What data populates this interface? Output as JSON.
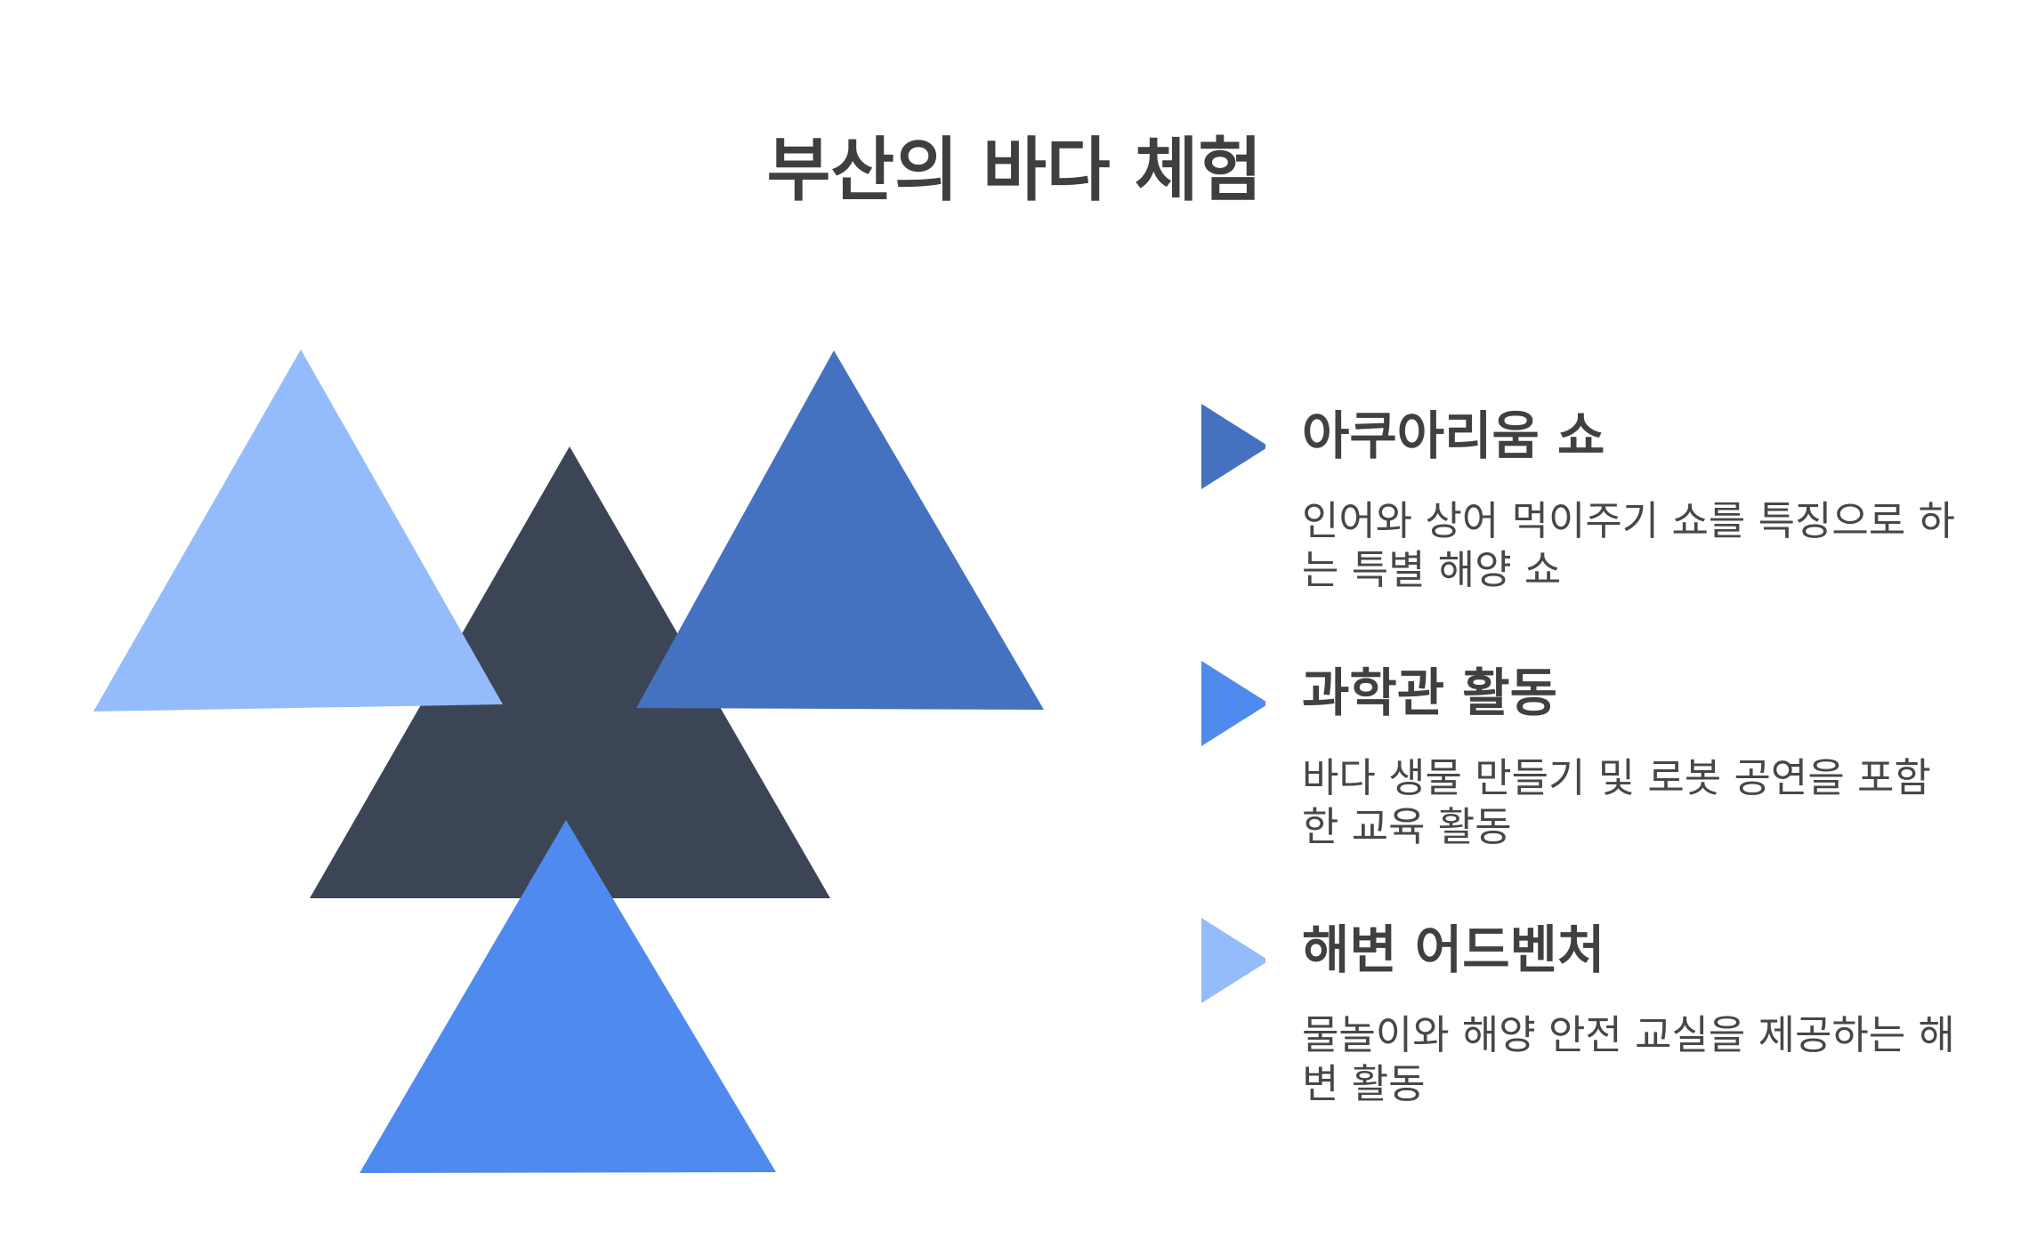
{
  "title": "부산의 바다 체험",
  "colors": {
    "light_blue": "#94bcfc",
    "dark_slate": "#3c4556",
    "medium_blue": "#4472c0",
    "bright_blue": "#4f8aee",
    "title_text": "#3f3f3f",
    "body_text": "#474747"
  },
  "items": [
    {
      "title": "아쿠아리움 쇼",
      "description": "인어와 상어 먹이주기 쇼를 특징으로 하는 특별 해양 쇼",
      "marker_color": "#4472c0"
    },
    {
      "title": "과학관 활동",
      "description": "바다 생물 만들기 및 로봇 공연을 포함한 교육 활동",
      "marker_color": "#4f8aee"
    },
    {
      "title": "해변 어드벤처",
      "description": "물놀이와 해양 안전 교실을 제공하는 해변 활동",
      "marker_color": "#94bcfc"
    }
  ]
}
